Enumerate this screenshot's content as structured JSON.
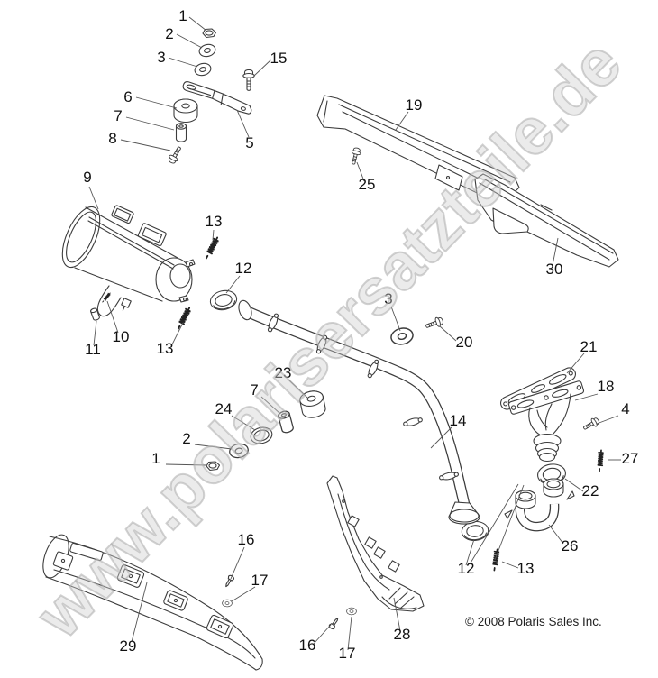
{
  "watermark": {
    "text": "www.polarisersatzteile.de"
  },
  "footer": {
    "copyright": "© 2008 Polaris Sales Inc."
  },
  "colors": {
    "background": "#ffffff",
    "line_art": "#3c3c3c",
    "label_text": "#111111",
    "leader_line": "#555555",
    "watermark_gray": "#cccccc"
  },
  "callouts": [
    {
      "label": "1",
      "part": "flange-nut-upper"
    },
    {
      "label": "2",
      "part": "washer-upper"
    },
    {
      "label": "3",
      "part": "washer-upper-2"
    },
    {
      "label": "15",
      "part": "flange-bolt-15"
    },
    {
      "label": "5",
      "part": "muffler-bracket"
    },
    {
      "label": "6",
      "part": "rubber-grommet"
    },
    {
      "label": "7",
      "part": "spacer-upper"
    },
    {
      "label": "8",
      "part": "bolt-8"
    },
    {
      "label": "9",
      "part": "muffler"
    },
    {
      "label": "13",
      "part": "exhaust-spring-a"
    },
    {
      "label": "12",
      "part": "exhaust-gasket-a"
    },
    {
      "label": "10",
      "part": "spring-pin"
    },
    {
      "label": "11",
      "part": "plug-11"
    },
    {
      "label": "13",
      "part": "exhaust-spring-b"
    },
    {
      "label": "19",
      "part": "heat-shield-19"
    },
    {
      "label": "25",
      "part": "bolt-25"
    },
    {
      "label": "30",
      "part": "heat-shield-30"
    },
    {
      "label": "3",
      "part": "washer-mid"
    },
    {
      "label": "20",
      "part": "bolt-20"
    },
    {
      "label": "21",
      "part": "manifold-gasket"
    },
    {
      "label": "18",
      "part": "exhaust-manifold"
    },
    {
      "label": "4",
      "part": "bolt-4"
    },
    {
      "label": "27",
      "part": "exhaust-spring-27"
    },
    {
      "label": "22",
      "part": "seal-ring-22"
    },
    {
      "label": "26",
      "part": "crossover-pipe"
    },
    {
      "label": "12",
      "part": "exhaust-gasket-b"
    },
    {
      "label": "13",
      "part": "exhaust-spring-c"
    },
    {
      "label": "14",
      "part": "exhaust-head-pipe"
    },
    {
      "label": "23",
      "part": "rubber-mount-23"
    },
    {
      "label": "7",
      "part": "spacer-lower"
    },
    {
      "label": "24",
      "part": "retainer-ring-24"
    },
    {
      "label": "2",
      "part": "washer-lower"
    },
    {
      "label": "1",
      "part": "flange-nut-lower"
    },
    {
      "label": "29",
      "part": "heat-shield-29"
    },
    {
      "label": "16",
      "part": "screw-16a"
    },
    {
      "label": "17",
      "part": "washer-17a"
    },
    {
      "label": "28",
      "part": "heat-shield-28"
    },
    {
      "label": "16",
      "part": "screw-16b"
    },
    {
      "label": "17",
      "part": "washer-17b"
    }
  ]
}
